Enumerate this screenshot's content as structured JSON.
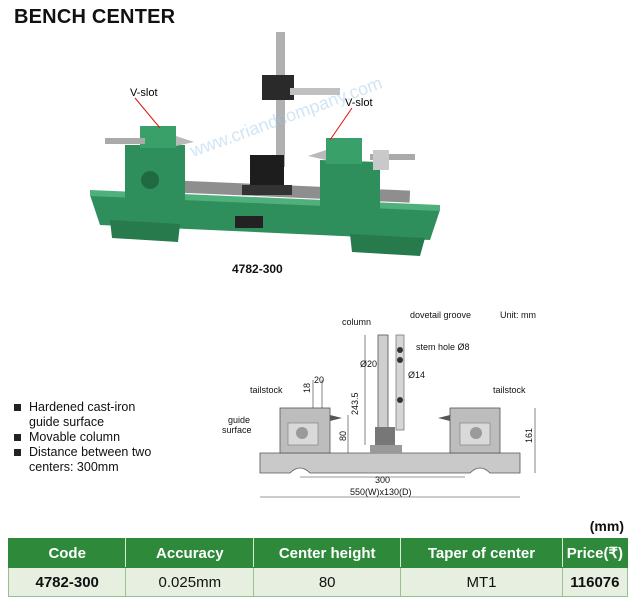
{
  "title": "BENCH CENTER",
  "photo": {
    "code_label": "4782-300",
    "callouts": {
      "vslot_left": "V-slot",
      "vslot_right": "V-slot"
    },
    "watermark": "www.criandcompany.com"
  },
  "features": [
    "Hardened cast-iron guide surface",
    "Movable column",
    "Distance between two centers: 300mm"
  ],
  "drawing": {
    "labels": {
      "column": "column",
      "dovetail": "dovetail groove",
      "unit": "Unit: mm",
      "stem_hole": "stem hole Ø8",
      "dia20": "Ø20",
      "dia14": "Ø14",
      "h243": "243.5",
      "tailstock_left": "tailstock",
      "tailstock_right": "tailstock",
      "d18": "18",
      "d20": "20",
      "guide": "guide",
      "surface": "surface",
      "h80": "80",
      "h161": "161",
      "d300": "300",
      "base_dims": "550(W)x130(D)"
    }
  },
  "table": {
    "unit": "(mm)",
    "headers": [
      "Code",
      "Accuracy",
      "Center height",
      "Taper of center",
      "Price(₹)"
    ],
    "rows": [
      [
        "4782-300",
        "0.025mm",
        "80",
        "MT1",
        "116076"
      ]
    ]
  },
  "colors": {
    "header_green": "#2e8a3a",
    "row_bg": "#e6efe0",
    "machine_green": "#2f8f5c"
  }
}
